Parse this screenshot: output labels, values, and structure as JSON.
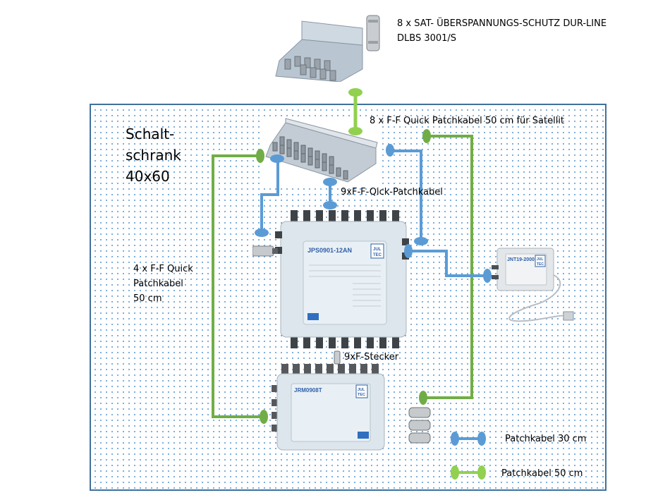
{
  "title_caption": {
    "line1": "8 x SAT- ÜBERSPANNUNGS-SCHUTZ DUR-LINE",
    "line2": "DLBS 3001/S"
  },
  "cabinet": {
    "line1": "Schalt-",
    "line2": "schrank",
    "line3": "40x60"
  },
  "labels": {
    "sat_patch": "8 x F-F Quick Patchkabel 50 cm für Satellit",
    "qick_patch": "9xF-F-Qick-Patchkabel",
    "quick_4x_line1": "4 x F-F Quick",
    "quick_4x_line2": "Patchkabel",
    "quick_4x_line3": "50 cm",
    "stecker": "9xF-Stecker"
  },
  "devices": {
    "surge_top": {
      "name": "DLBS 3001/S surge protector bracket (top)"
    },
    "surge_cabinet": {
      "name": "Surge protector bracket (cabinet)"
    },
    "multiswitch_main": {
      "model": "JPS0901-12AN",
      "brand_line1": "JUL",
      "brand_line2": "TEC"
    },
    "multiswitch_sub": {
      "model": "JRM0908T",
      "brand_line1": "JUL",
      "brand_line2": "TEC"
    },
    "power_supply": {
      "model": "JNT19-2000",
      "brand_line1": "JUL",
      "brand_line2": "TEC"
    }
  },
  "legend": [
    {
      "label": "Patchkabel 30 cm",
      "color": "#5B9BD5"
    },
    {
      "label": "Patchkabel 50 cm",
      "color": "#92D050"
    }
  ],
  "colors": {
    "blue_cable": "#5B9BD5",
    "green_cable": "#70AD47",
    "light_green_cable": "#92D050",
    "cabinet_border": "#41719C"
  }
}
